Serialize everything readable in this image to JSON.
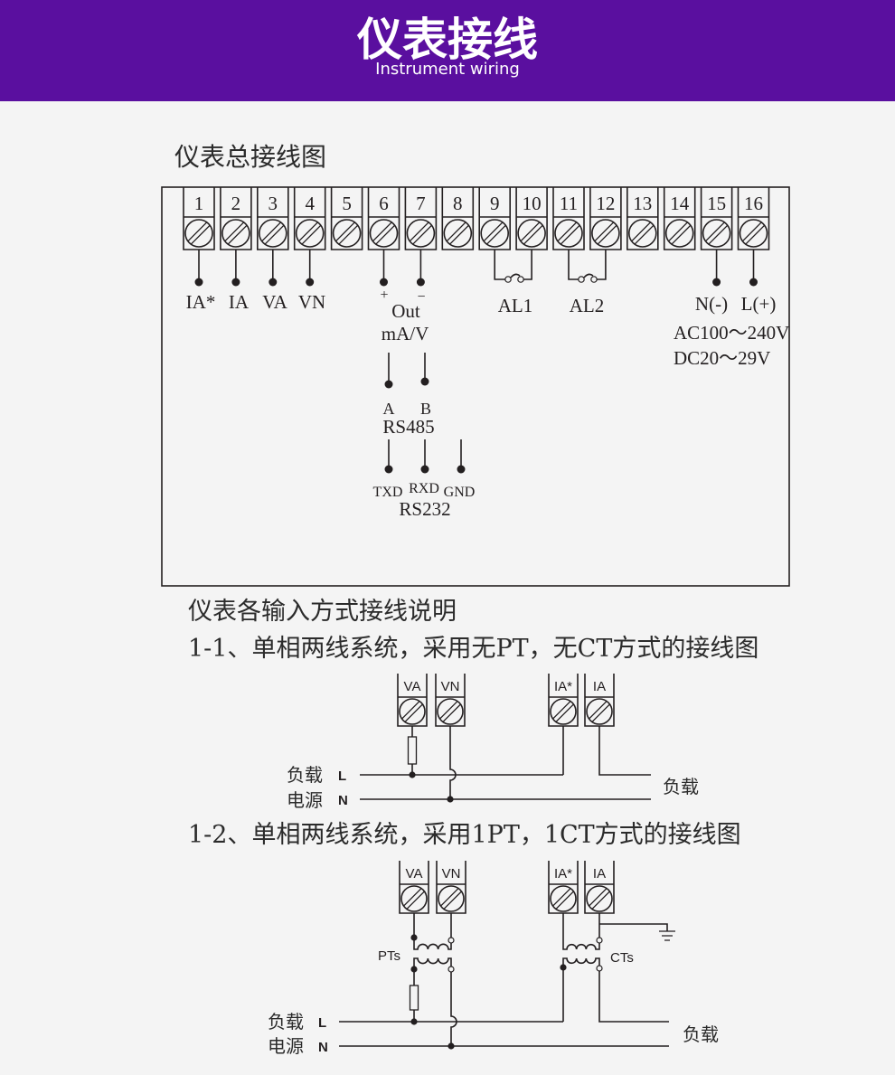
{
  "colors": {
    "header_bg": "#5a0f9f",
    "page_bg": "#f4f4f4",
    "line": "#231f20",
    "header_text": "#ffffff"
  },
  "header": {
    "title": "仪表接线",
    "subtitle": "Instrument wiring"
  },
  "main_diagram": {
    "heading": "仪表总接线图",
    "terminal_numbers": [
      "1",
      "2",
      "3",
      "4",
      "5",
      "6",
      "7",
      "8",
      "9",
      "10",
      "11",
      "12",
      "13",
      "14",
      "15",
      "16"
    ],
    "input_labels": {
      "ia_star": "IA*",
      "ia": "IA",
      "va": "VA",
      "vn": "VN"
    },
    "output": {
      "plus": "+",
      "minus": "−",
      "label": "Out",
      "unit": "mA/V"
    },
    "alarms": {
      "al1": "AL1",
      "al2": "AL2"
    },
    "power": {
      "n": "N(-)",
      "l": "L(+)",
      "ac_range": "AC100～240V",
      "dc_range": "DC20～29V"
    },
    "rs485": {
      "a": "A",
      "b": "B",
      "label": "RS485"
    },
    "rs232": {
      "txd": "TXD",
      "rxd": "RXD",
      "gnd": "GND",
      "label": "RS232"
    }
  },
  "input_modes": {
    "heading": "仪表各输入方式接线说明",
    "mode_1_1": {
      "title": "1-1、单相两线系统，采用无PT，无CT方式的接线图",
      "terminals": [
        "VA",
        "VN",
        "IA*",
        "IA"
      ],
      "left_labels": {
        "load": "负载",
        "l": "L",
        "source": "电源",
        "n": "N"
      },
      "right_load": "负载"
    },
    "mode_1_2": {
      "title": "1-2、单相两线系统，采用1PT，1CT方式的接线图",
      "terminals": [
        "VA",
        "VN",
        "IA*",
        "IA"
      ],
      "pt_label": "PTs",
      "ct_label": "CTs",
      "left_labels": {
        "load": "负载",
        "l": "L",
        "source": "电源",
        "n": "N"
      },
      "right_load": "负载"
    }
  }
}
